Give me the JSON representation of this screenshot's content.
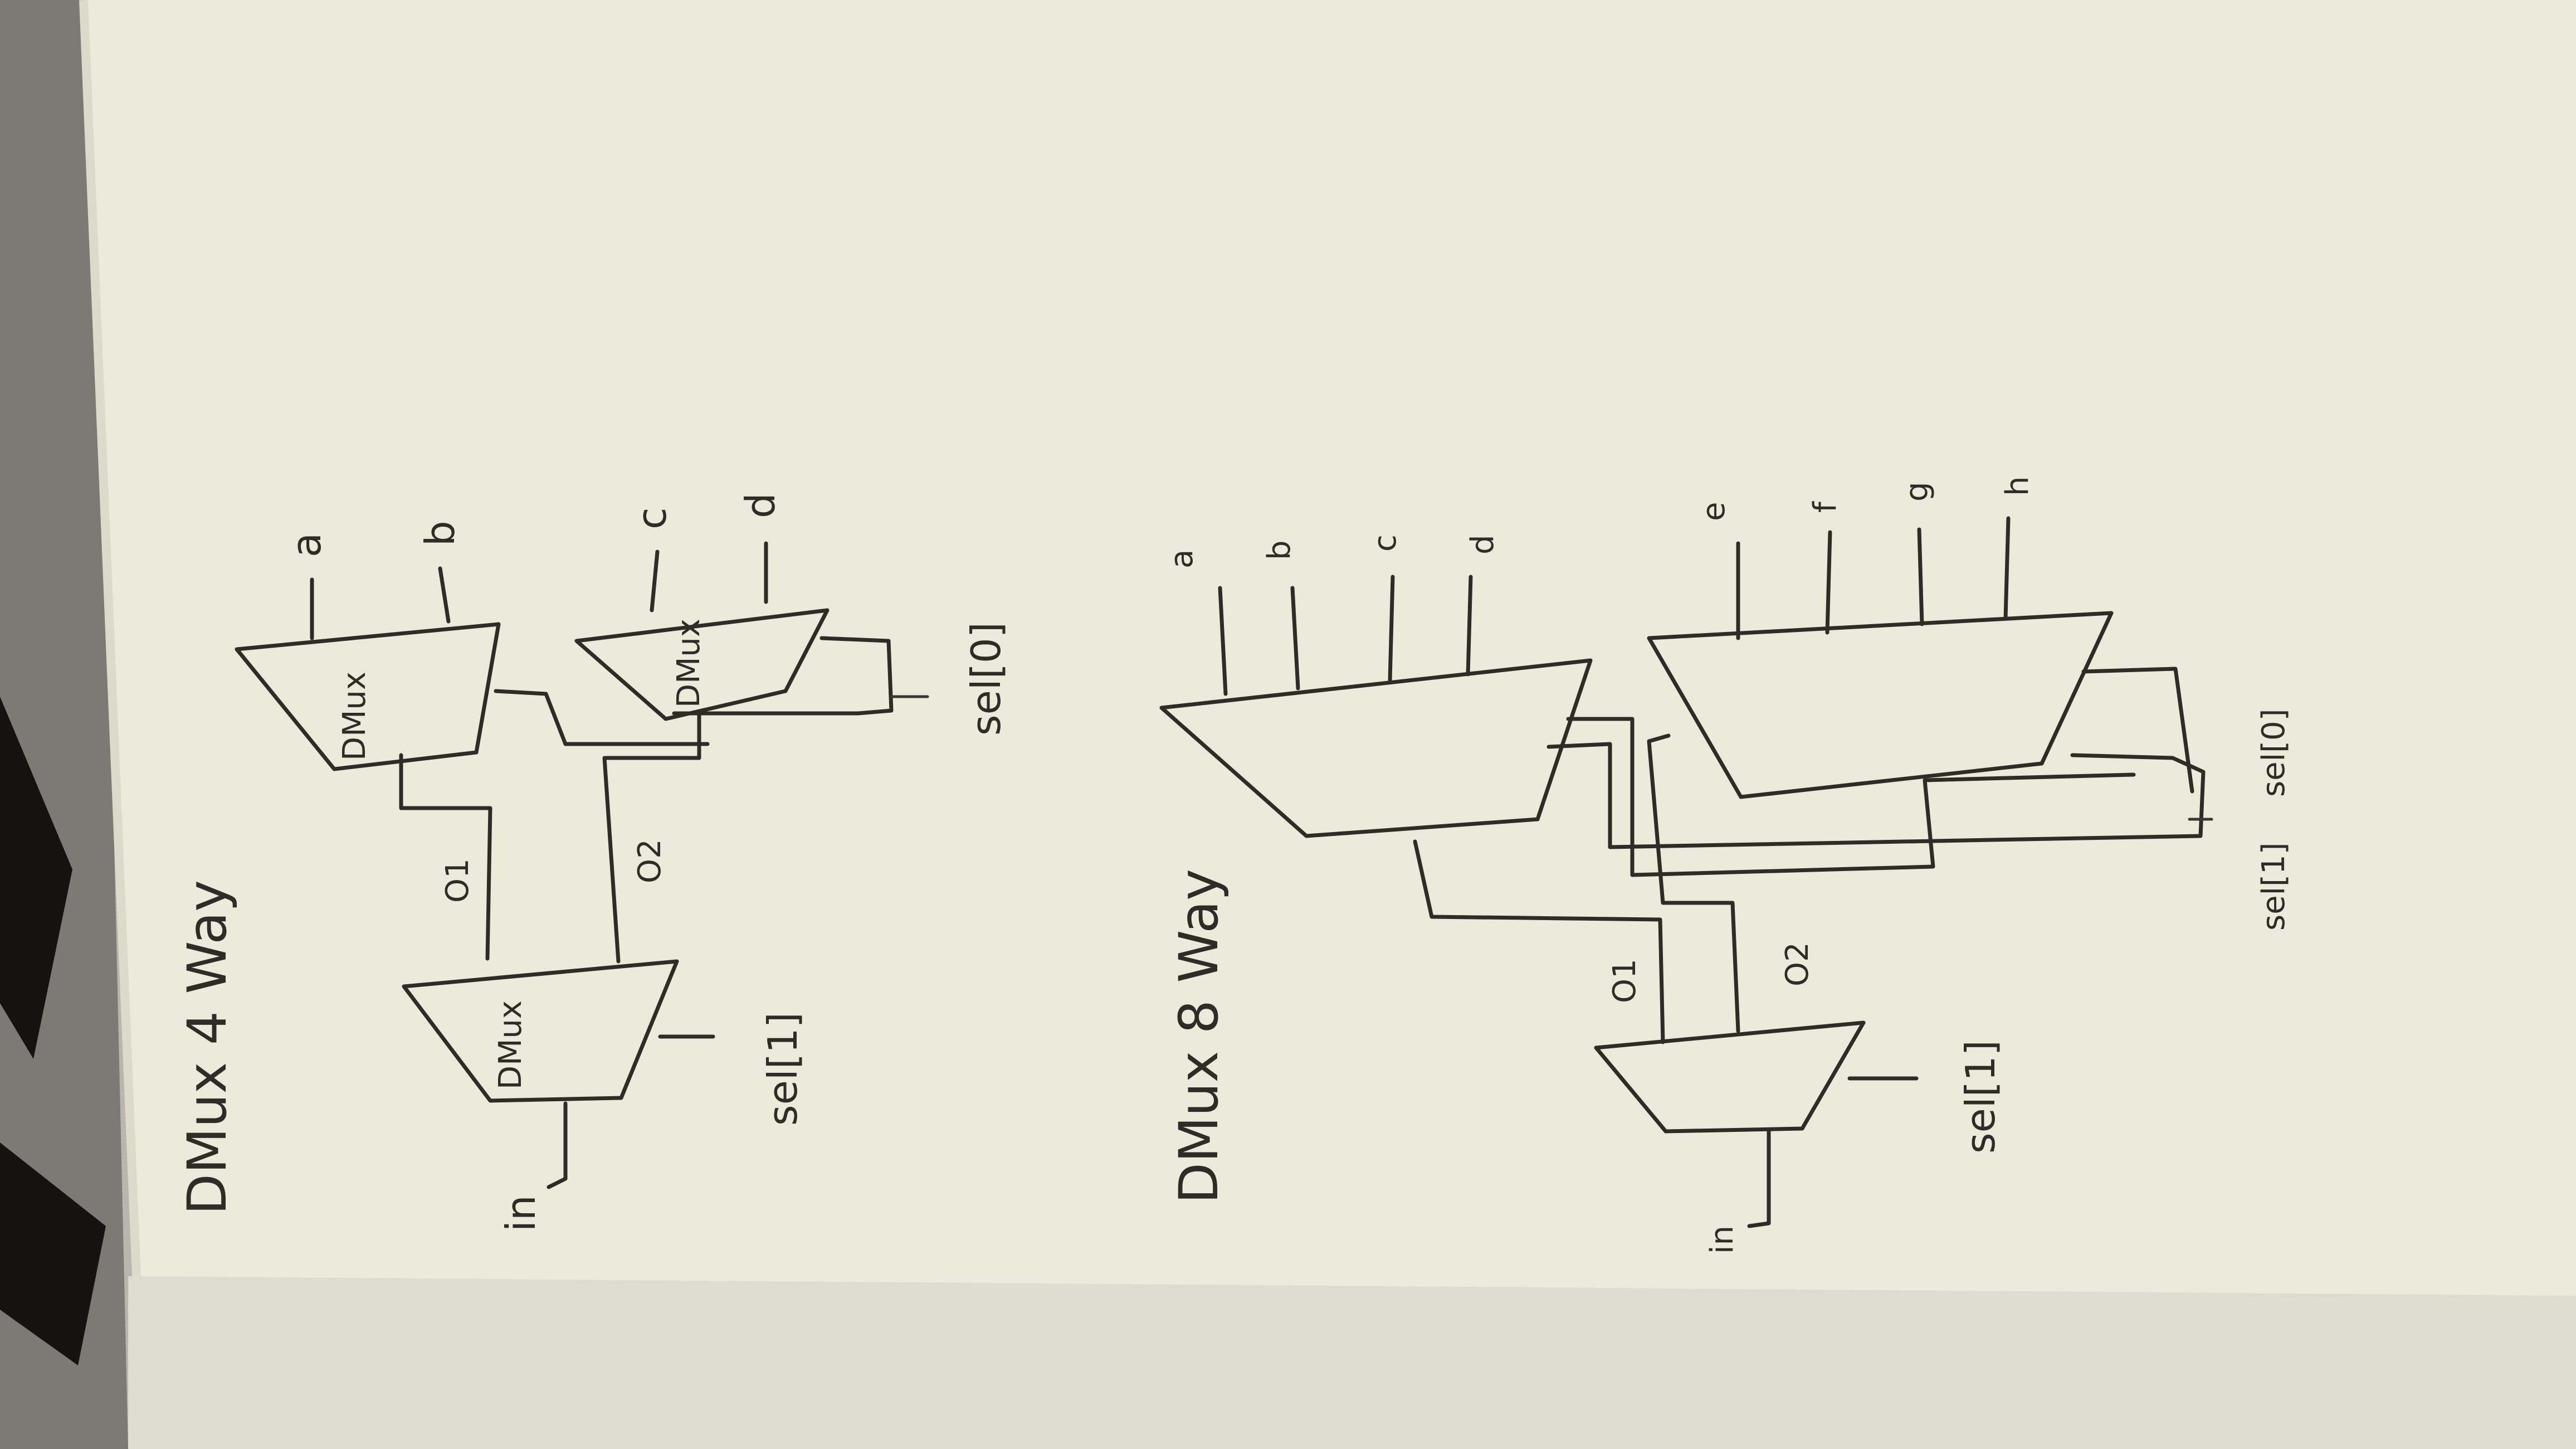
{
  "colors": {
    "table": "#b9b6ae",
    "paper": "#eceadb",
    "paper_edge": "#dcdacb",
    "ink": "#2f2b27"
  },
  "page": {
    "title_top": "DMux 4 Way",
    "title_bottom": "DMux 8 Way"
  },
  "diagram_4way": {
    "input": "in",
    "wire1": "O1",
    "wire2": "O2",
    "select_low": "sel[1]",
    "select_high": "sel[0]",
    "gate_label": "DMux",
    "outputs": [
      "a",
      "b",
      "c",
      "d"
    ]
  },
  "diagram_8way": {
    "input": "in",
    "wire1": "O1",
    "wire2": "O2",
    "select_low": "sel[1]",
    "select_mid": "sel[1]",
    "select_high": "sel[0]",
    "outputs_top": [
      "a",
      "b",
      "c",
      "d"
    ],
    "outputs_bottom": [
      "e",
      "f",
      "g",
      "h"
    ]
  }
}
